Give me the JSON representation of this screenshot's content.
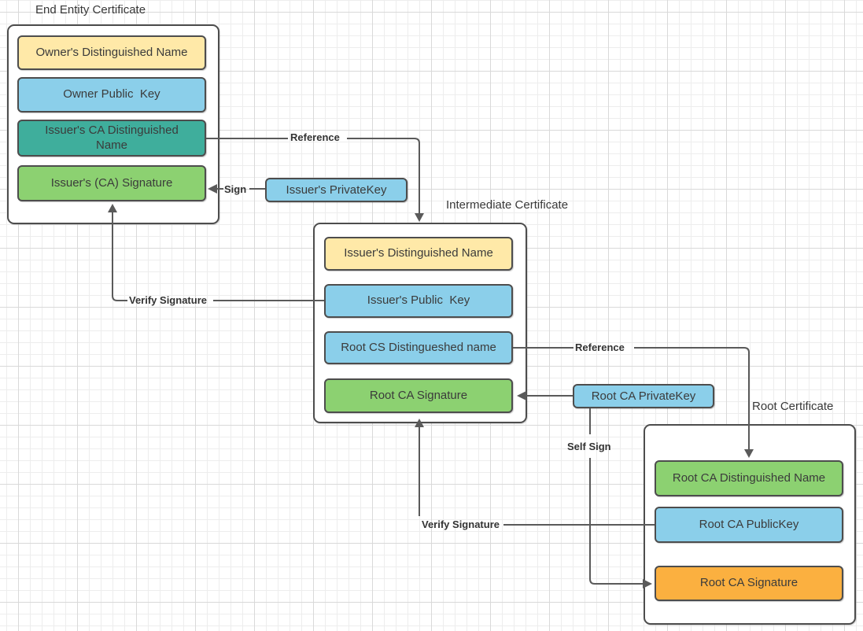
{
  "colors": {
    "yellow": "#FFE9A8",
    "blue": "#8BCFEA",
    "teal": "#3FAE9C",
    "green": "#8CD171",
    "orange": "#FBB040",
    "box_border": "#4D4D4D",
    "line": "#5A5A5A"
  },
  "certificates": [
    {
      "title": "End Entity Certificate",
      "fields": [
        {
          "label": "Owner's Distinguished Name",
          "color": "yellow"
        },
        {
          "label": "Owner Public  Key",
          "color": "blue"
        },
        {
          "label": "Issuer's CA Distinguished\nName",
          "color": "teal"
        },
        {
          "label": "Issuer's (CA) Signature",
          "color": "green"
        }
      ]
    },
    {
      "title": "Intermediate Certificate",
      "fields": [
        {
          "label": "Issuer's Distinguished Name",
          "color": "yellow"
        },
        {
          "label": "Issuer's Public  Key",
          "color": "blue"
        },
        {
          "label": "Root CS Distingueshed name",
          "color": "blue"
        },
        {
          "label": "Root CA Signature",
          "color": "green"
        }
      ]
    },
    {
      "title": "Root Certificate",
      "fields": [
        {
          "label": "Root CA Distinguished Name",
          "color": "green"
        },
        {
          "label": "Root CA PublicKey",
          "color": "blue"
        },
        {
          "label": "Root CA Signature",
          "color": "orange"
        }
      ]
    }
  ],
  "key_nodes": [
    {
      "label": "Issuer's PrivateKey",
      "color": "blue"
    },
    {
      "label": "Root CA PrivateKey",
      "color": "blue"
    }
  ],
  "connector_labels": {
    "reference_top": "Reference",
    "sign": "Sign",
    "verify_signature_left": "Verify Signature",
    "reference_right": "Reference",
    "self_sign": "Self Sign",
    "verify_signature_bottom": "Verify Signature"
  }
}
